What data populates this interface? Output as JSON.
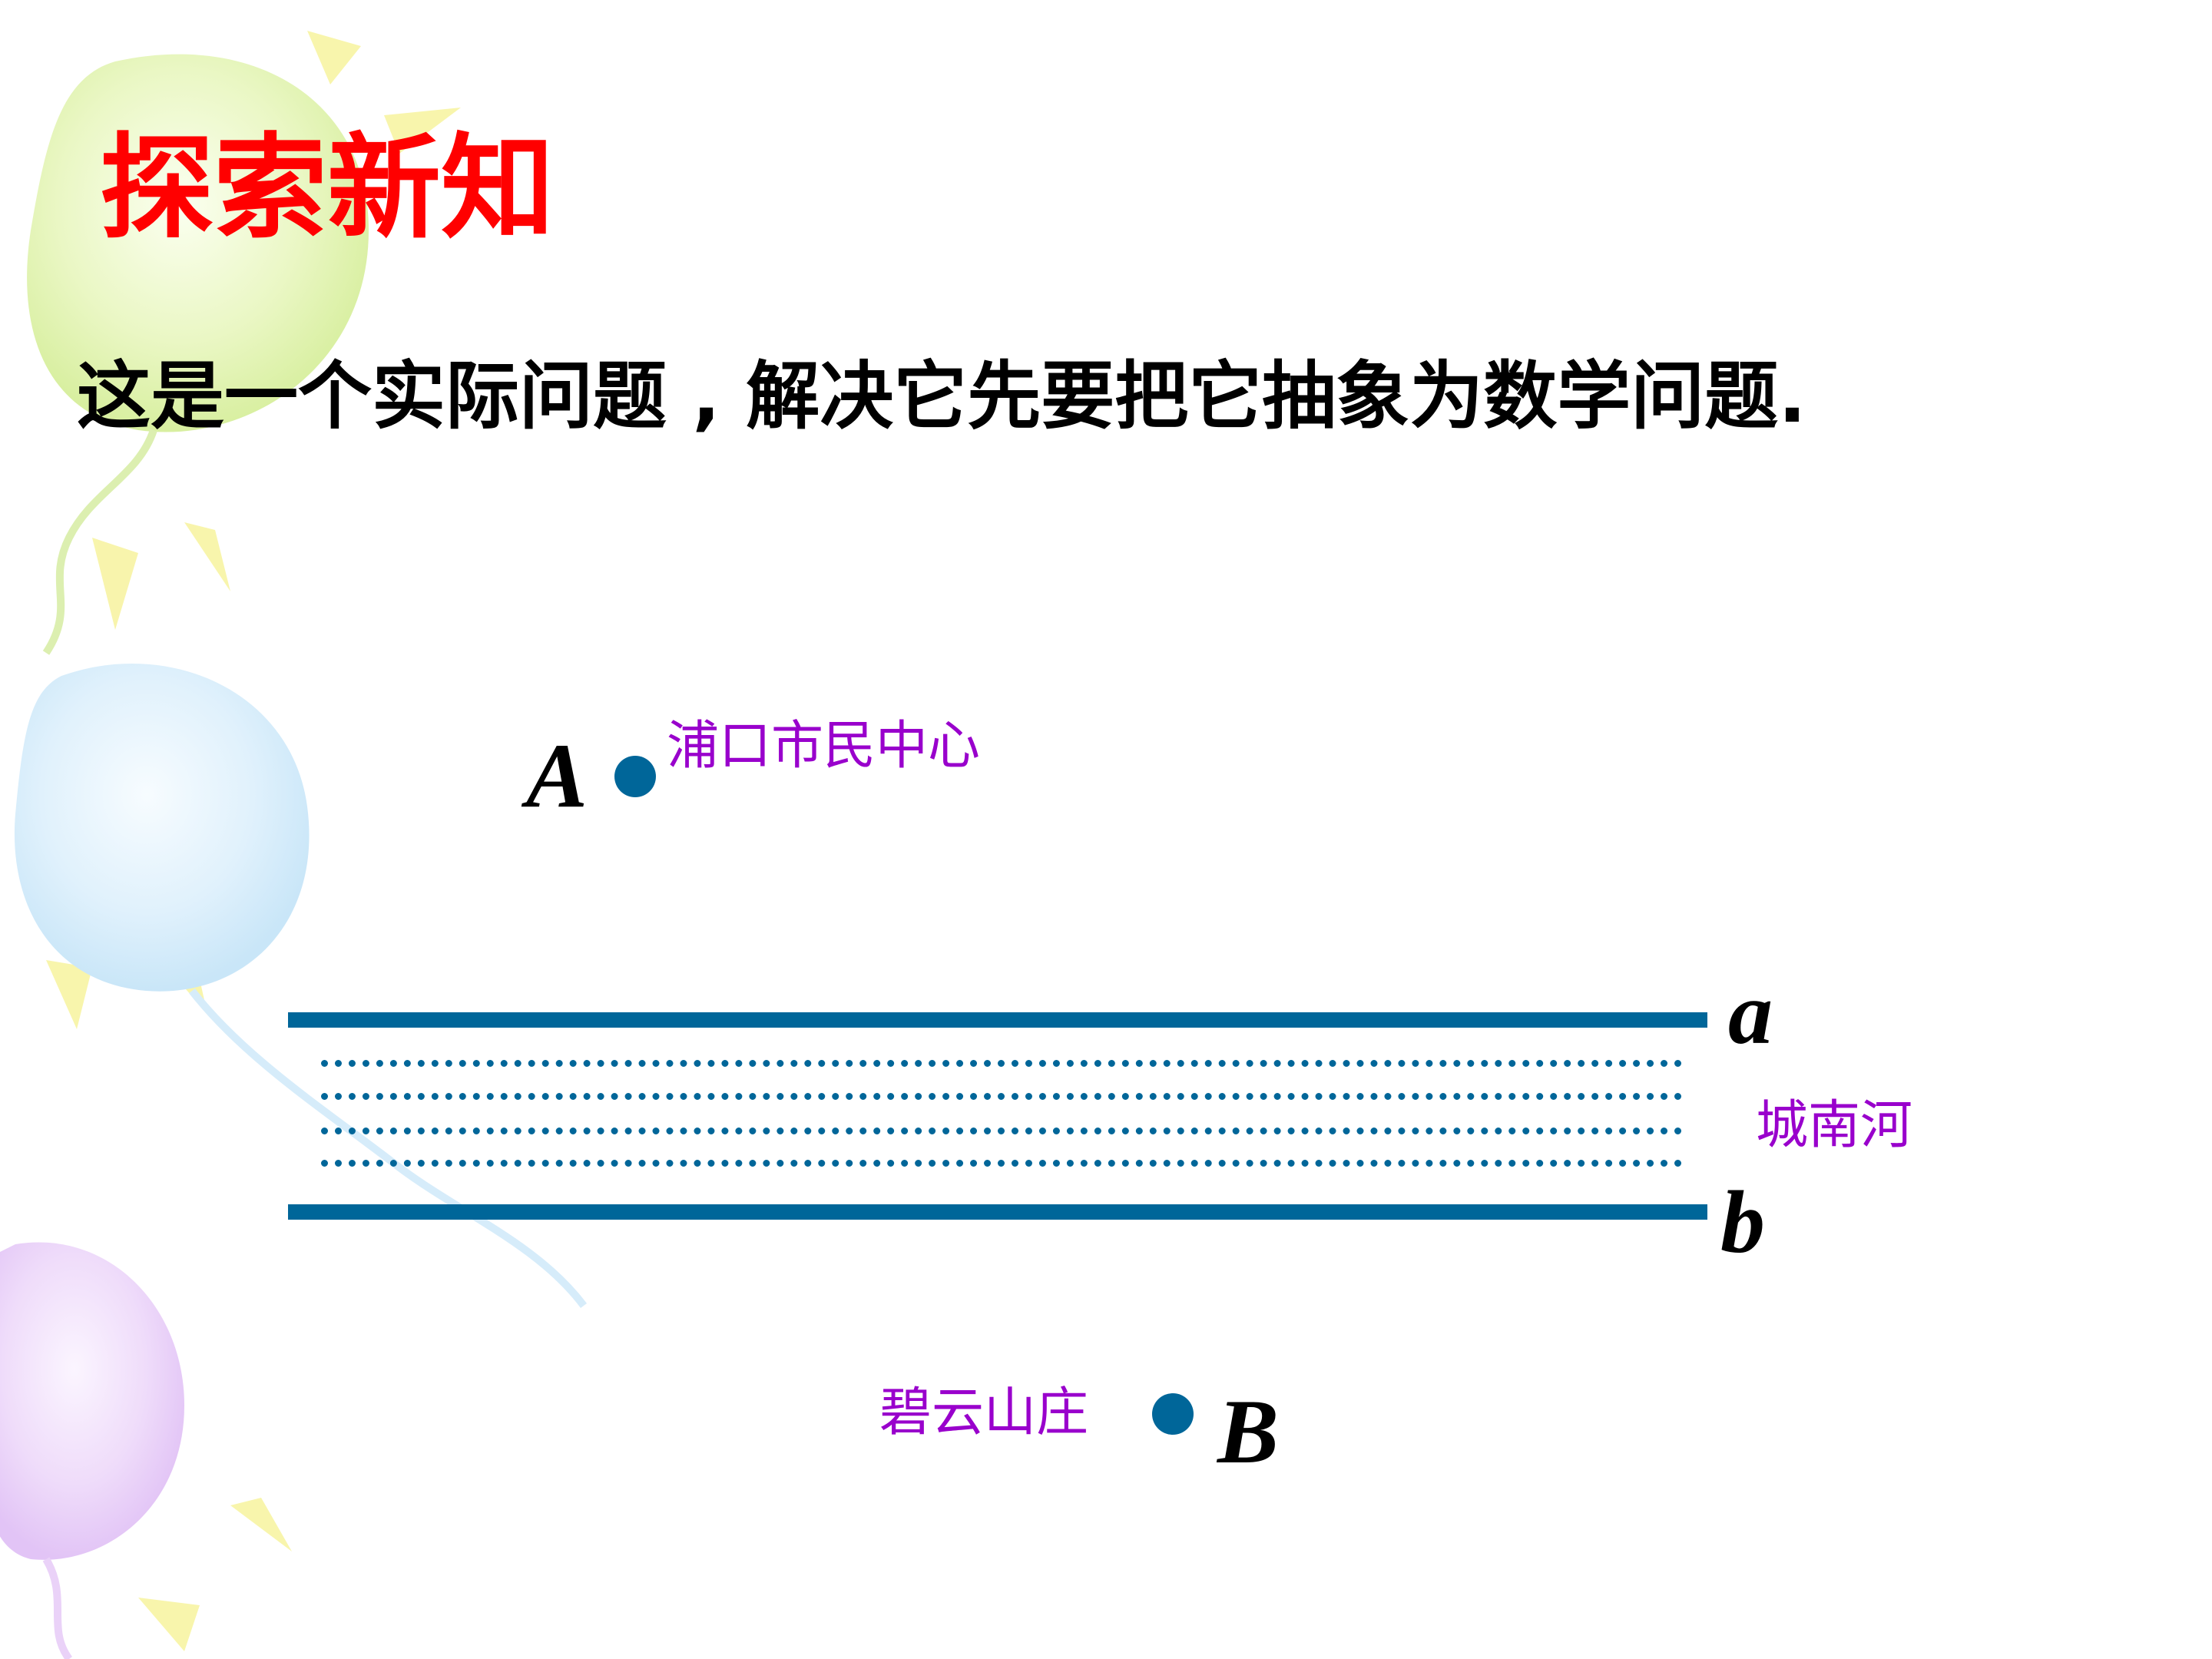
{
  "slide": {
    "title": "探索新知",
    "intro": "这是一个实际问题 , 解决它先要把它抽象为数学问题."
  },
  "diagram": {
    "point_a": {
      "label": "A",
      "place": "浦口市民中心"
    },
    "point_b": {
      "label": "B",
      "place": "碧云山庄"
    },
    "line_a_label": "a",
    "line_b_label": "b",
    "river_label": "城南河"
  },
  "colors": {
    "title": "#ff0000",
    "text": "#000000",
    "accent": "#006699",
    "place_label": "#9900cc"
  }
}
